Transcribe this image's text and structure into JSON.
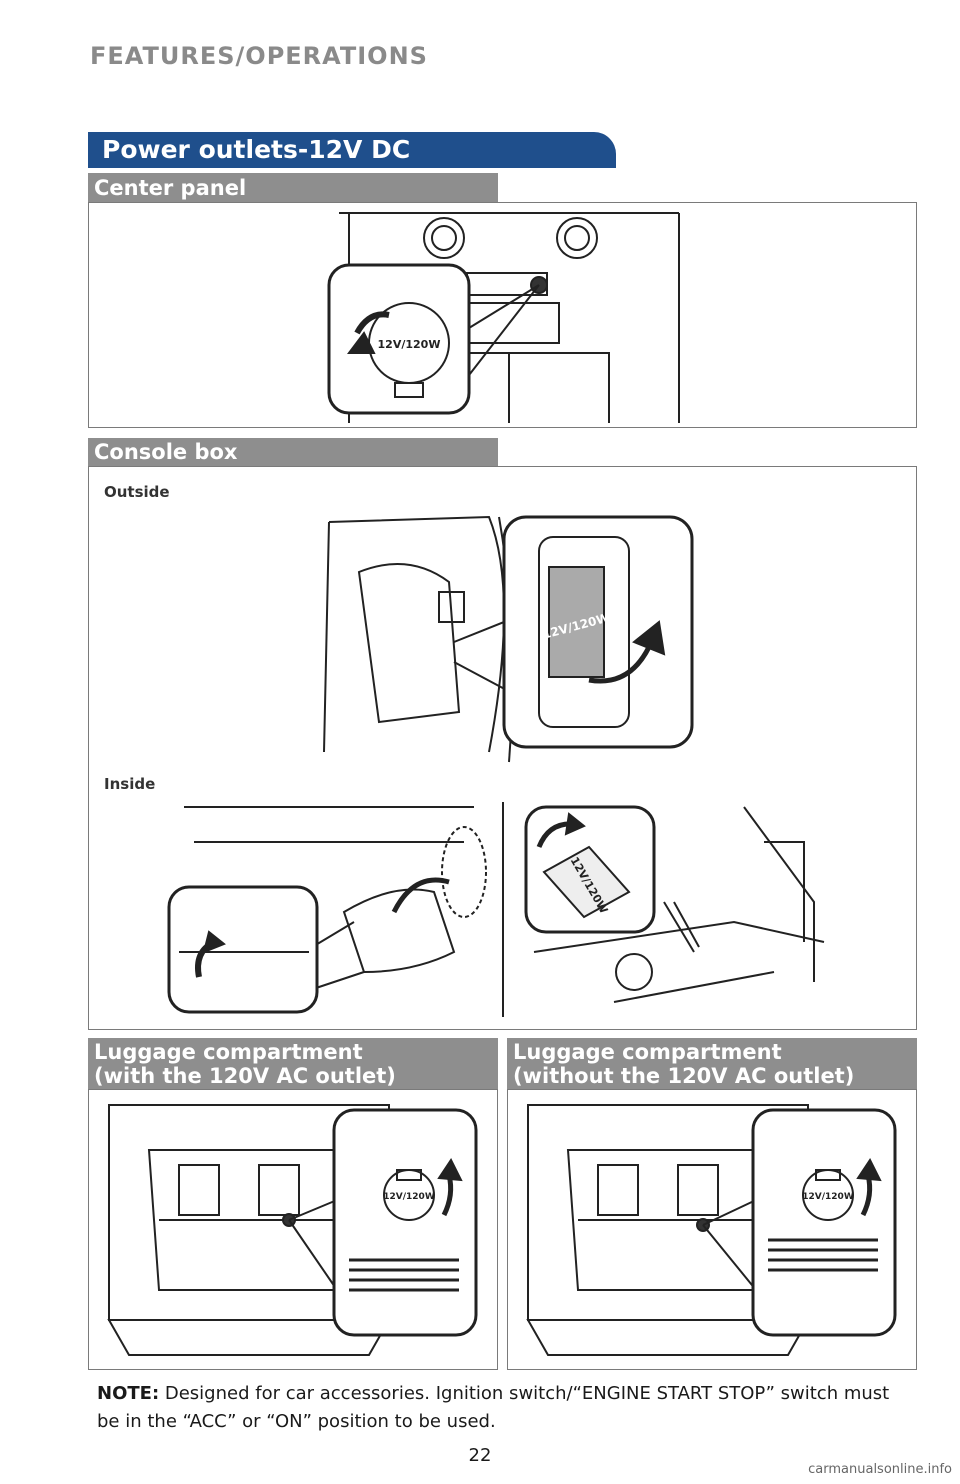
{
  "header": {
    "section": "FEATURES/OPERATIONS"
  },
  "title": "Power outlets-12V DC",
  "center_panel": {
    "label": "Center panel",
    "outlet_label": "12V/120W"
  },
  "console_box": {
    "label": "Console box",
    "outside_label": "Outside",
    "inside_label": "Inside",
    "outlet_label": "12V/120W"
  },
  "luggage_with": {
    "label_line1": "Luggage compartment",
    "label_line2": "(with the 120V AC outlet)",
    "outlet_label": "12V/120W"
  },
  "luggage_without": {
    "label_line1": "Luggage compartment",
    "label_line2": "(without the 120V AC outlet)",
    "outlet_label": "12V/120W"
  },
  "note": {
    "prefix": "NOTE:",
    "text": " Designed for car accessories. Ignition switch/“ENGINE START STOP” switch must be in the “ACC” or “ON” position to be used."
  },
  "page_number": "22",
  "watermark": "carmanualsonline.info"
}
